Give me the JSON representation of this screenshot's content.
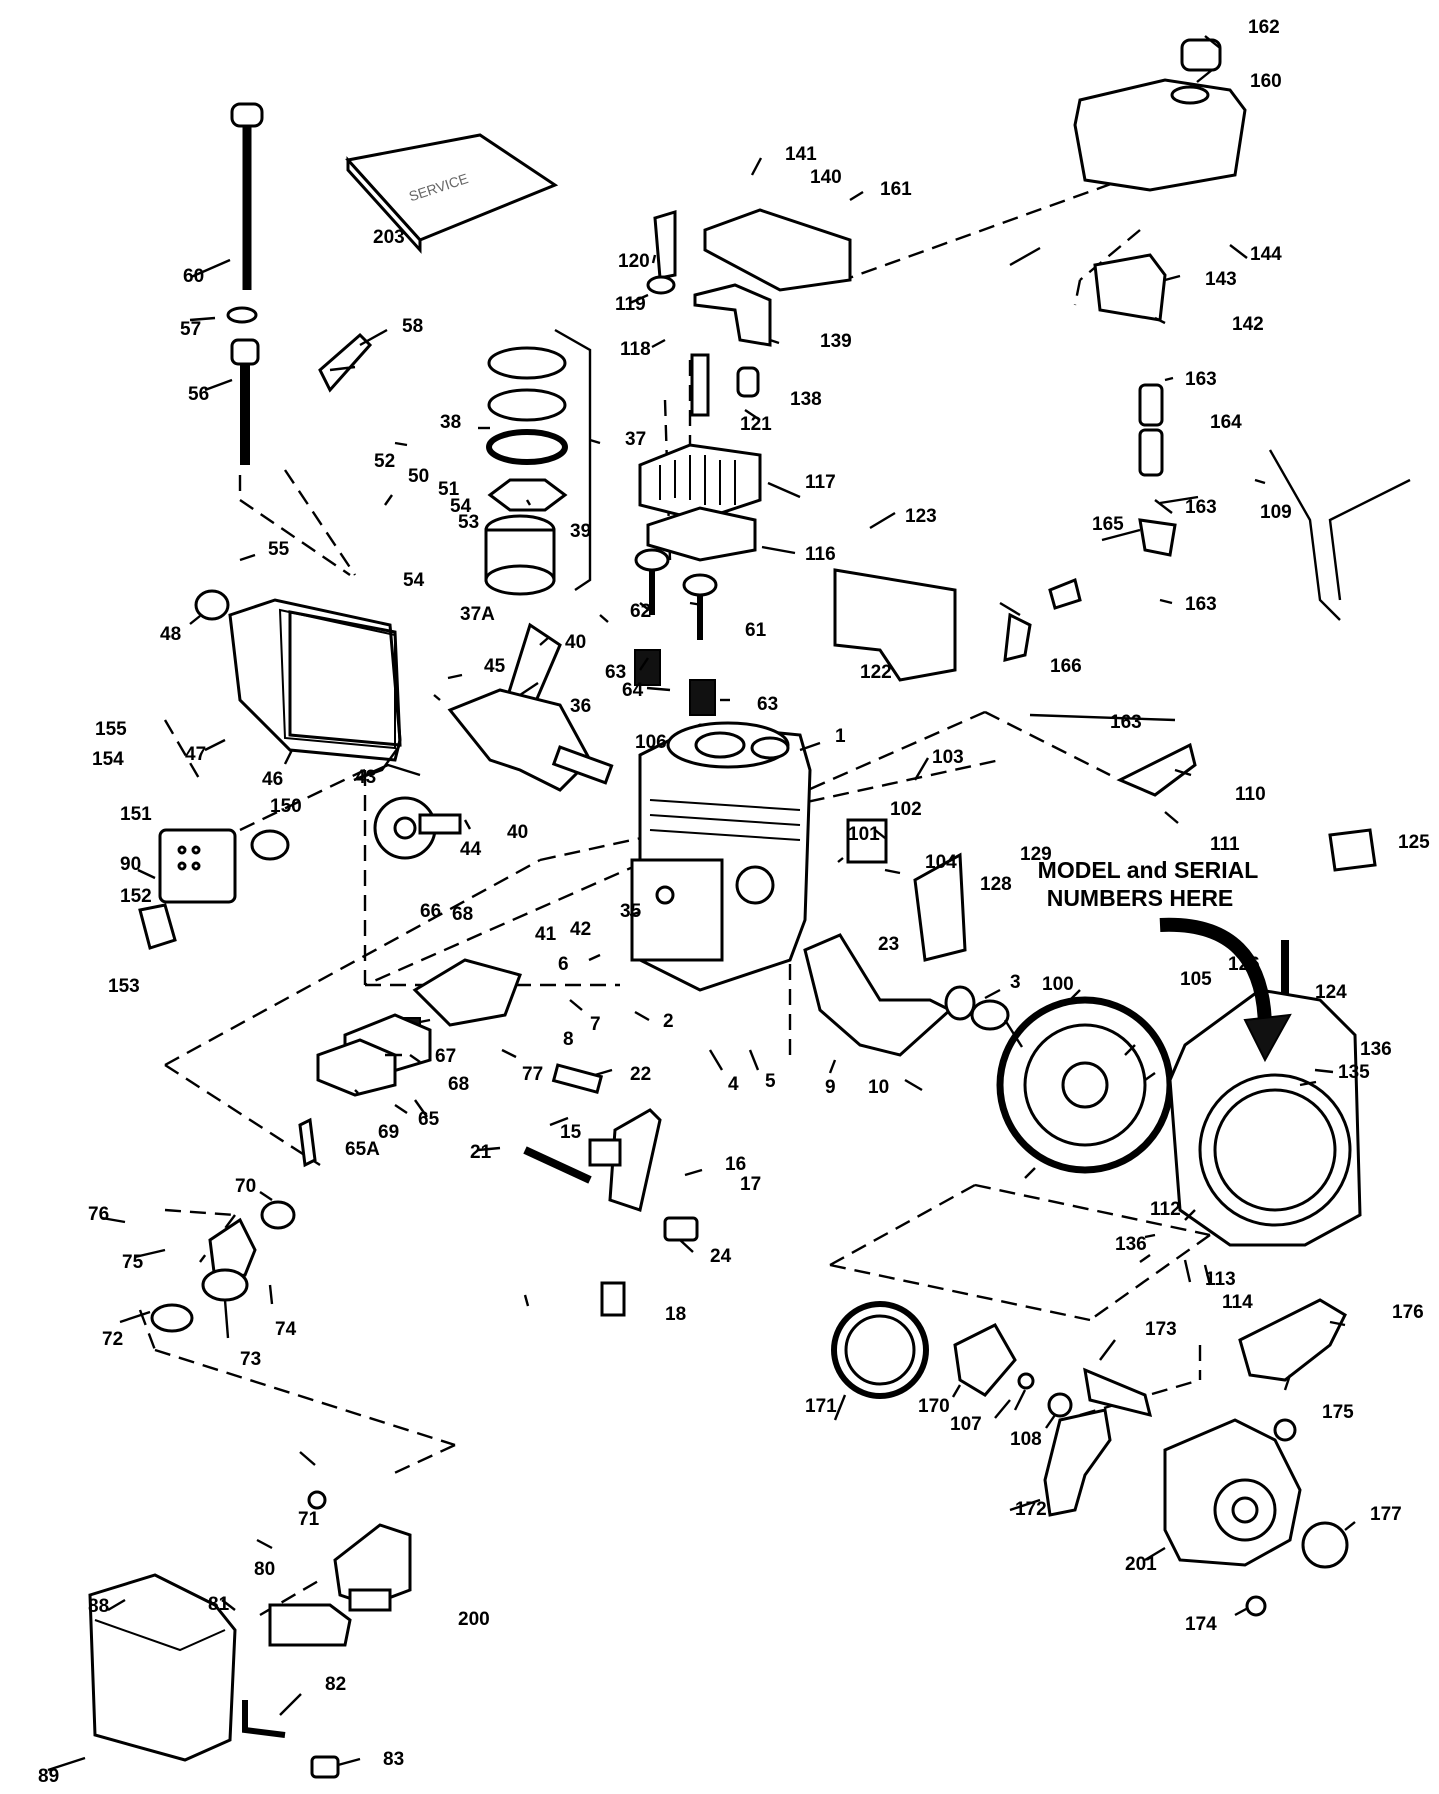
{
  "note": {
    "line1": "MODEL and SERIAL",
    "line2": "NUMBERS HERE"
  },
  "box_text": "SERVICE",
  "labels": [
    "1",
    "2",
    "3",
    "4",
    "5",
    "6",
    "7",
    "8",
    "9",
    "10",
    "15",
    "16",
    "17",
    "18",
    "21",
    "22",
    "23",
    "24",
    "35",
    "36",
    "37",
    "37A",
    "38",
    "39",
    "40",
    "41",
    "42",
    "43",
    "44",
    "45",
    "46",
    "47",
    "48",
    "50",
    "51",
    "52",
    "53",
    "54",
    "55",
    "56",
    "57",
    "58",
    "60",
    "61",
    "62",
    "63",
    "64",
    "65",
    "65A",
    "66",
    "67",
    "68",
    "69",
    "70",
    "71",
    "72",
    "73",
    "74",
    "75",
    "76",
    "77",
    "80",
    "81",
    "82",
    "83",
    "88",
    "89",
    "90",
    "100",
    "101",
    "102",
    "103",
    "104",
    "105",
    "106",
    "107",
    "108",
    "109",
    "110",
    "111",
    "112",
    "113",
    "114",
    "116",
    "117",
    "118",
    "119",
    "120",
    "121",
    "122",
    "123",
    "124",
    "125",
    "126",
    "128",
    "129",
    "135",
    "136",
    "138",
    "139",
    "140",
    "141",
    "142",
    "143",
    "144",
    "150",
    "151",
    "152",
    "153",
    "154",
    "155",
    "160",
    "161",
    "162",
    "163",
    "164",
    "165",
    "166",
    "170",
    "171",
    "172",
    "173",
    "174",
    "175",
    "176",
    "177",
    "200",
    "201",
    "203"
  ]
}
